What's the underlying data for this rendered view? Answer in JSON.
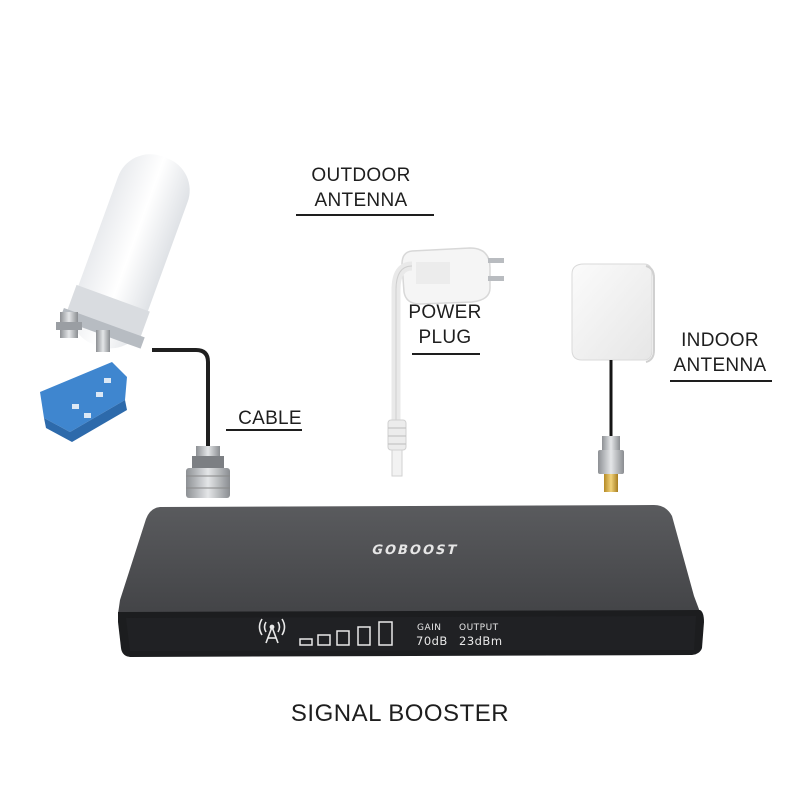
{
  "labels": {
    "outdoor_antenna": [
      "OUTDOOR",
      "ANTENNA"
    ],
    "power_plug": [
      "POWER",
      "PLUG"
    ],
    "indoor_antenna": [
      "INDOOR",
      "ANTENNA"
    ],
    "cable": "CABLE"
  },
  "caption": "SIGNAL BOOSTER",
  "device": {
    "brand": "GOBOOST",
    "gain_label": "GAIN",
    "gain_value": "70dB",
    "output_label": "OUTPUT",
    "output_value": "23dBm",
    "signal_bars": 5
  },
  "colors": {
    "booster_body": "#4a4b4d",
    "front_panel": "#1c1d1f",
    "bracket": "#3f86cf",
    "antenna": "#f2f2f2"
  },
  "icons": [
    "tower-icon",
    "signal-bars-icon"
  ]
}
